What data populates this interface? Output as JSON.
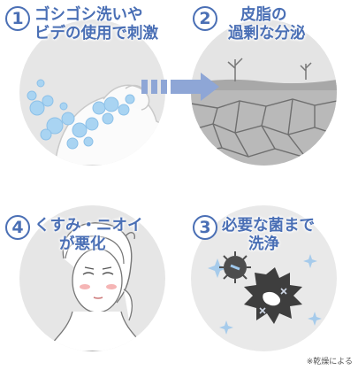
{
  "steps": [
    {
      "number": "1",
      "lines": [
        "ゴシゴシ洗いや",
        "ビデの使用で刺激"
      ]
    },
    {
      "number": "2",
      "lines": [
        "皮脂の",
        "過剰な分泌"
      ]
    },
    {
      "number": "4",
      "lines": [
        "くすみ・ニオイ",
        "が悪化"
      ]
    },
    {
      "number": "3",
      "lines": [
        "必要な菌まで",
        "洗浄"
      ]
    }
  ],
  "footnote": "※乾燥による",
  "colors": {
    "accent": "#4a6fb5",
    "circle_bg": "#e6e6e6",
    "arrow": "#8ea6d6"
  },
  "icons": [
    "washing-hand-foam",
    "cracked-dry-ground",
    "woman-face-worried",
    "bacteria-germs"
  ]
}
